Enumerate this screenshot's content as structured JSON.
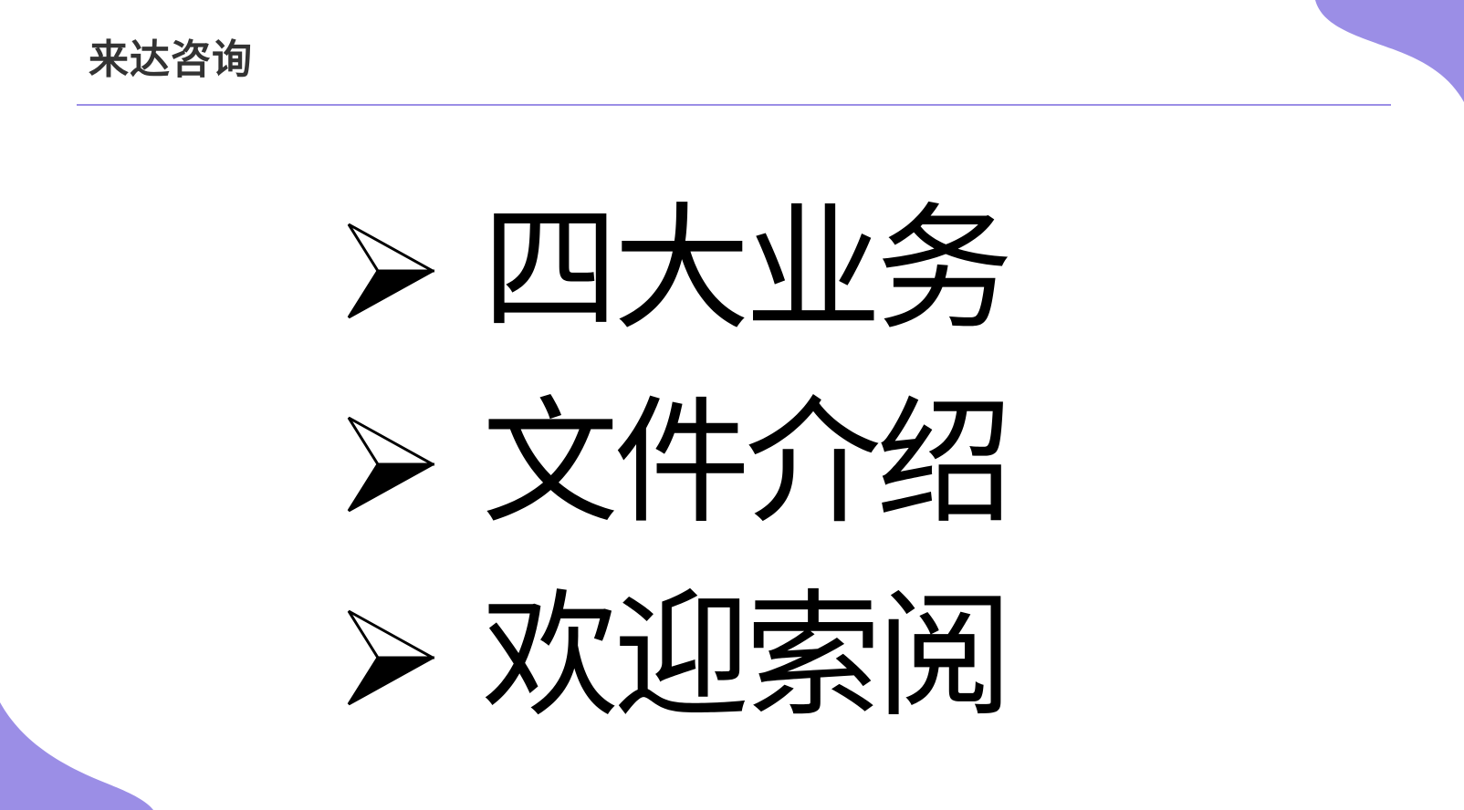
{
  "header": {
    "title": "来达咨询"
  },
  "bullets": [
    {
      "icon": "arrowhead-bullet-icon",
      "text": "四大业务"
    },
    {
      "icon": "arrowhead-bullet-icon",
      "text": "文件介绍"
    },
    {
      "icon": "arrowhead-bullet-icon",
      "text": "欢迎索阅"
    }
  ],
  "colors": {
    "accent": "#9b8ee6",
    "title": "#333333",
    "body_text": "#000000",
    "background": "#ffffff"
  }
}
